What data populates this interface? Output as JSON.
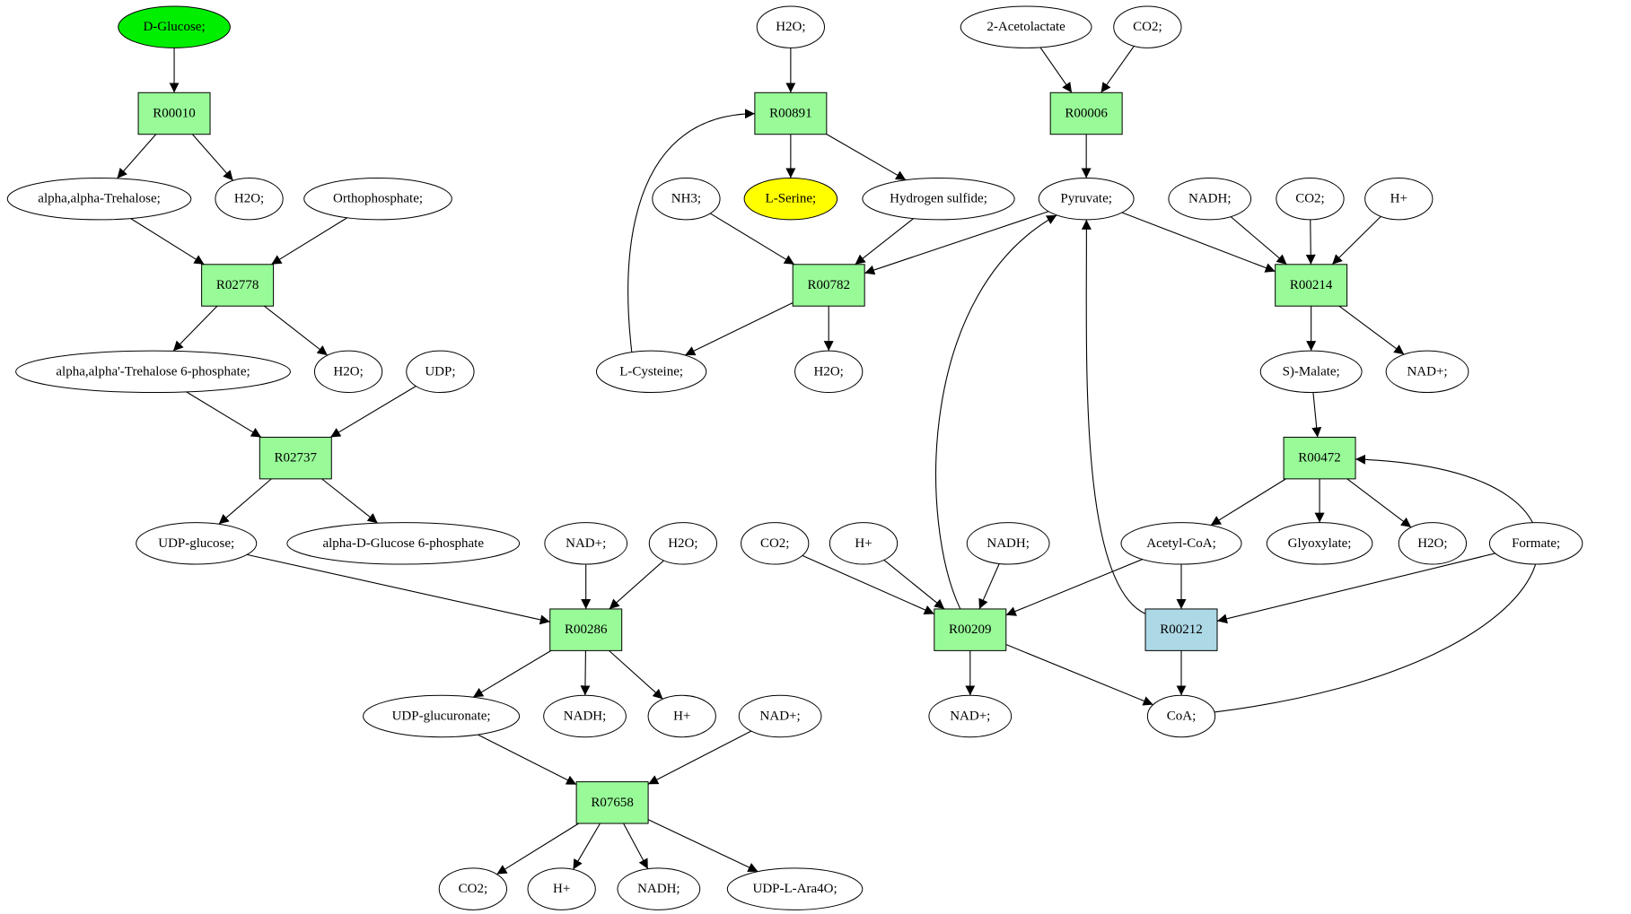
{
  "colors": {
    "reaction": "#98fb98",
    "reaction_highlight": "#add8e6",
    "source": "#00ee00",
    "target": "#ffff00",
    "metabolite": "#ffffff"
  },
  "nodes": {
    "dglucose": {
      "label": "D-Glucose;",
      "kind": "source"
    },
    "r00010": {
      "label": "R00010",
      "kind": "reaction"
    },
    "trehalose": {
      "label": "alpha,alpha-Trehalose;",
      "kind": "metabolite"
    },
    "h2o_a": {
      "label": "H2O;",
      "kind": "metabolite"
    },
    "ortho": {
      "label": "Orthophosphate;",
      "kind": "metabolite"
    },
    "r02778": {
      "label": "R02778",
      "kind": "reaction"
    },
    "treh6p": {
      "label": "alpha,alpha'-Trehalose 6-phosphate;",
      "kind": "metabolite"
    },
    "h2o_b": {
      "label": "H2O;",
      "kind": "metabolite"
    },
    "udp": {
      "label": "UDP;",
      "kind": "metabolite"
    },
    "r02737": {
      "label": "R02737",
      "kind": "reaction"
    },
    "udpglucose": {
      "label": "UDP-glucose;",
      "kind": "metabolite"
    },
    "ag6p": {
      "label": "alpha-D-Glucose 6-phosphate",
      "kind": "metabolite"
    },
    "nadp_a": {
      "label": "NAD+;",
      "kind": "metabolite"
    },
    "h2o_c": {
      "label": "H2O;",
      "kind": "metabolite"
    },
    "r00286": {
      "label": "R00286",
      "kind": "reaction"
    },
    "udpglucuronate": {
      "label": "UDP-glucuronate;",
      "kind": "metabolite"
    },
    "nadh_a": {
      "label": "NADH;",
      "kind": "metabolite"
    },
    "hplus_a": {
      "label": "H+",
      "kind": "metabolite"
    },
    "nadp_b": {
      "label": "NAD+;",
      "kind": "metabolite"
    },
    "r07658": {
      "label": "R07658",
      "kind": "reaction"
    },
    "co2_a": {
      "label": "CO2;",
      "kind": "metabolite"
    },
    "hplus_b": {
      "label": "H+",
      "kind": "metabolite"
    },
    "nadh_b": {
      "label": "NADH;",
      "kind": "metabolite"
    },
    "udpara": {
      "label": "UDP-L-Ara4O;",
      "kind": "metabolite"
    },
    "h2o_d": {
      "label": "H2O;",
      "kind": "metabolite"
    },
    "r00891": {
      "label": "R00891",
      "kind": "reaction"
    },
    "lserine": {
      "label": "L-Serine;",
      "kind": "target"
    },
    "nh3": {
      "label": "NH3;",
      "kind": "metabolite"
    },
    "h2s": {
      "label": "Hydrogen sulfide;",
      "kind": "metabolite"
    },
    "r00782": {
      "label": "R00782",
      "kind": "reaction"
    },
    "lcysteine": {
      "label": "L-Cysteine;",
      "kind": "metabolite"
    },
    "h2o_e": {
      "label": "H2O;",
      "kind": "metabolite"
    },
    "acetolactate": {
      "label": "2-Acetolactate",
      "kind": "metabolite"
    },
    "co2_b": {
      "label": "CO2;",
      "kind": "metabolite"
    },
    "r00006": {
      "label": "R00006",
      "kind": "reaction"
    },
    "pyruvate": {
      "label": "Pyruvate;",
      "kind": "metabolite"
    },
    "nadh_c": {
      "label": "NADH;",
      "kind": "metabolite"
    },
    "co2_c": {
      "label": "CO2;",
      "kind": "metabolite"
    },
    "hplus_c": {
      "label": "H+",
      "kind": "metabolite"
    },
    "r00214": {
      "label": "R00214",
      "kind": "reaction"
    },
    "smalate": {
      "label": "S)-Malate;",
      "kind": "metabolite"
    },
    "nadp_c": {
      "label": "NAD+;",
      "kind": "metabolite"
    },
    "r00472": {
      "label": "R00472",
      "kind": "reaction"
    },
    "acetylcoa": {
      "label": "Acetyl-CoA;",
      "kind": "metabolite"
    },
    "glyoxylate": {
      "label": "Glyoxylate;",
      "kind": "metabolite"
    },
    "h2o_f": {
      "label": "H2O;",
      "kind": "metabolite"
    },
    "formate": {
      "label": "Formate;",
      "kind": "metabolite"
    },
    "co2_d": {
      "label": "CO2;",
      "kind": "metabolite"
    },
    "hplus_d": {
      "label": "H+",
      "kind": "metabolite"
    },
    "nadh_d": {
      "label": "NADH;",
      "kind": "metabolite"
    },
    "r00209": {
      "label": "R00209",
      "kind": "reaction"
    },
    "r00212": {
      "label": "R00212",
      "kind": "reaction_highlight"
    },
    "nadp_d": {
      "label": "NAD+;",
      "kind": "metabolite"
    },
    "coa": {
      "label": "CoA;",
      "kind": "metabolite"
    }
  },
  "edges": [
    [
      "dglucose",
      "r00010"
    ],
    [
      "r00010",
      "trehalose"
    ],
    [
      "r00010",
      "h2o_a"
    ],
    [
      "trehalose",
      "r02778"
    ],
    [
      "ortho",
      "r02778"
    ],
    [
      "r02778",
      "treh6p"
    ],
    [
      "r02778",
      "h2o_b"
    ],
    [
      "treh6p",
      "r02737"
    ],
    [
      "udp",
      "r02737"
    ],
    [
      "r02737",
      "udpglucose"
    ],
    [
      "r02737",
      "ag6p"
    ],
    [
      "udpglucose",
      "r00286"
    ],
    [
      "nadp_a",
      "r00286"
    ],
    [
      "h2o_c",
      "r00286"
    ],
    [
      "r00286",
      "udpglucuronate"
    ],
    [
      "r00286",
      "nadh_a"
    ],
    [
      "r00286",
      "hplus_a"
    ],
    [
      "udpglucuronate",
      "r07658"
    ],
    [
      "nadp_b",
      "r07658"
    ],
    [
      "r07658",
      "co2_a"
    ],
    [
      "r07658",
      "hplus_b"
    ],
    [
      "r07658",
      "nadh_b"
    ],
    [
      "r07658",
      "udpara"
    ],
    [
      "h2o_d",
      "r00891"
    ],
    [
      "r00891",
      "lserine"
    ],
    [
      "r00891",
      "h2s"
    ],
    [
      "lcysteine",
      "r00891"
    ],
    [
      "nh3",
      "r00782"
    ],
    [
      "h2s",
      "r00782"
    ],
    [
      "pyruvate",
      "r00782"
    ],
    [
      "r00782",
      "lcysteine"
    ],
    [
      "r00782",
      "h2o_e"
    ],
    [
      "acetolactate",
      "r00006"
    ],
    [
      "co2_b",
      "r00006"
    ],
    [
      "r00006",
      "pyruvate"
    ],
    [
      "pyruvate",
      "r00214"
    ],
    [
      "nadh_c",
      "r00214"
    ],
    [
      "co2_c",
      "r00214"
    ],
    [
      "hplus_c",
      "r00214"
    ],
    [
      "r00214",
      "smalate"
    ],
    [
      "r00214",
      "nadp_c"
    ],
    [
      "smalate",
      "r00472"
    ],
    [
      "coa",
      "r00472"
    ],
    [
      "r00472",
      "acetylcoa"
    ],
    [
      "r00472",
      "glyoxylate"
    ],
    [
      "r00472",
      "h2o_f"
    ],
    [
      "co2_d",
      "r00209"
    ],
    [
      "hplus_d",
      "r00209"
    ],
    [
      "nadh_d",
      "r00209"
    ],
    [
      "acetylcoa",
      "r00209"
    ],
    [
      "r00209",
      "pyruvate"
    ],
    [
      "r00209",
      "nadp_d"
    ],
    [
      "r00209",
      "coa"
    ],
    [
      "acetylcoa",
      "r00212"
    ],
    [
      "formate",
      "r00212"
    ],
    [
      "r00212",
      "pyruvate"
    ],
    [
      "r00212",
      "coa"
    ]
  ]
}
